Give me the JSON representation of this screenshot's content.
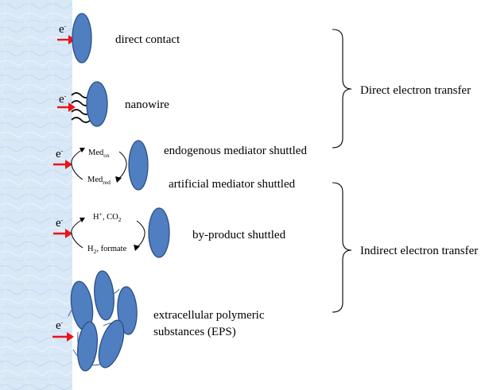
{
  "electron_label": "e",
  "electron_charge": "-",
  "mechanisms": {
    "direct_contact": "direct contact",
    "nanowire": "nanowire",
    "endogenous": "endogenous mediator shuttled",
    "artificial": "artificial mediator shuttled",
    "byproduct": "by-product shuttled",
    "eps_line1": "extracellular polymeric",
    "eps_line2": "substances (EPS)"
  },
  "mediator": {
    "top": "Med",
    "top_sub": "ox",
    "bottom": "Med",
    "bottom_sub": "red"
  },
  "byproduct_cycle": {
    "top_a": "H",
    "top_sup": "+",
    "top_b": ", CO",
    "top_sub": "2",
    "bottom_a": "H",
    "bottom_sub": "2",
    "bottom_b": ", formate"
  },
  "categories": {
    "direct": "Direct electron transfer",
    "indirect": "Indirect electron transfer"
  },
  "colors": {
    "electrode": "#d6e6f5",
    "cell": "#4f7fc0",
    "arrow": "#e8141b"
  }
}
